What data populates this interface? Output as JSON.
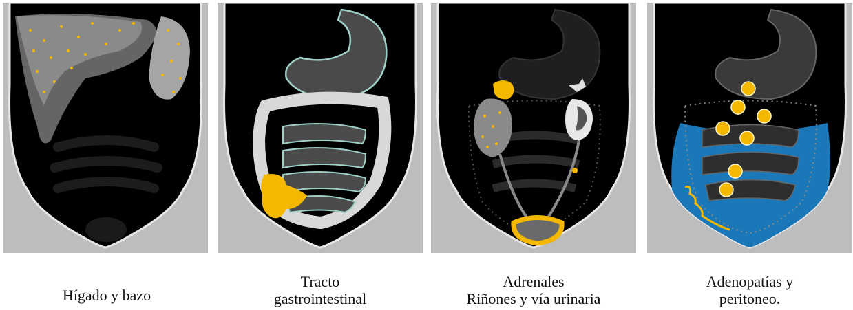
{
  "panels": [
    {
      "id": "liver-spleen",
      "caption": [
        "Hígado y bazo"
      ]
    },
    {
      "id": "gi-tract",
      "caption": [
        "Tracto",
        "gastrointestinal"
      ]
    },
    {
      "id": "adrenals-kidneys",
      "caption": [
        "Adrenales",
        "Riñones y vía urinaria"
      ]
    },
    {
      "id": "nodes-peritoneum",
      "caption": [
        "Adenopatías y",
        "peritoneo."
      ]
    }
  ],
  "colors": {
    "highlight": "#f5b800",
    "body_bg": "#000000",
    "frame": "#bdbdbd",
    "peritoneum": "#1a78b8"
  }
}
